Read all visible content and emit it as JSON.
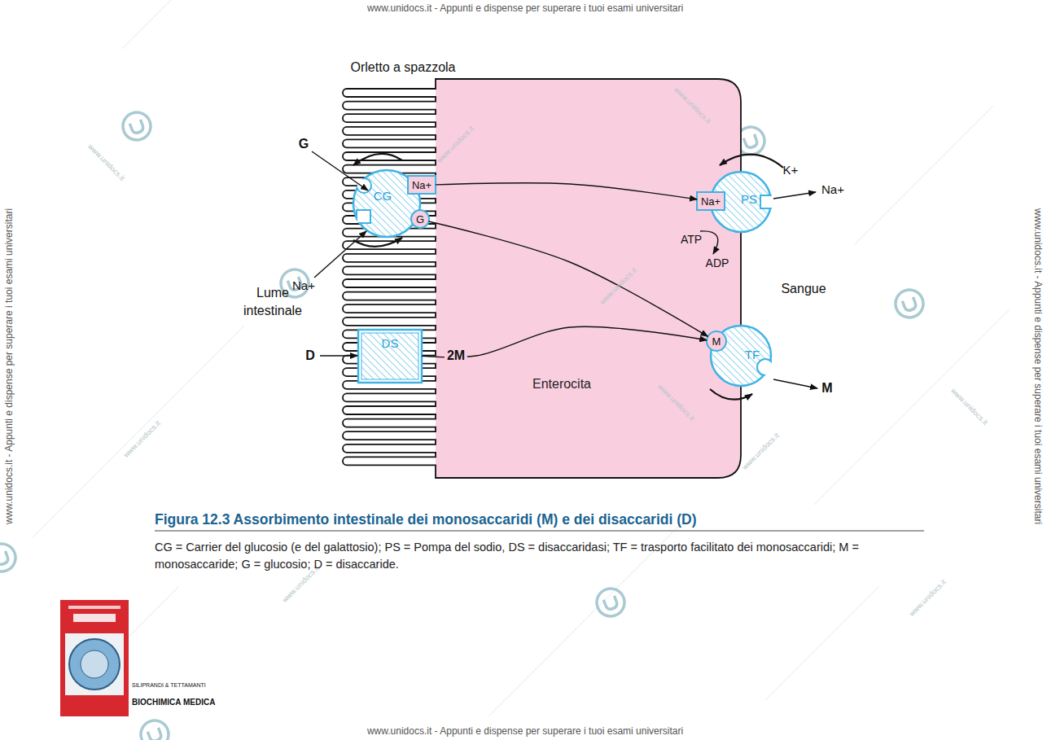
{
  "diagram": {
    "title": "Figura 12.3 Assorbimento intestinale dei monosaccaridi (M) e dei disaccaridi (D)",
    "caption": "CG = Carrier del glucosio (e del galattosio); PS = Pompa del sodio, DS = disaccaridasi; TF = trasporto facilitato dei monosaccaridi; M = monosaccaride; G = glucosio; D = disaccaride.",
    "nodes": [
      {
        "text": [
          "Enterocita"
        ]
      },
      {
        "text": [
          "CG"
        ],
        "in": 0
      },
      {
        "text": [
          "Na+"
        ],
        "in": 1
      },
      {
        "text": [
          "G"
        ],
        "in": 1
      },
      {
        "text": [
          "PS"
        ],
        "in": 0
      },
      {
        "text": [
          "Na+"
        ],
        "in": 4
      },
      {
        "text": [
          "DS"
        ],
        "in": 0
      },
      {
        "text": [
          "TF"
        ],
        "in": 0
      },
      {
        "text": [
          "M"
        ],
        "in": 7
      }
    ],
    "edges": [
      {
        "from": 2,
        "to": 5,
        "arrow": "to"
      },
      {
        "from": 3,
        "to": 8,
        "arrow": "to"
      },
      {
        "from": 6,
        "to": 8,
        "label": "2M",
        "arrow": "to"
      }
    ],
    "labels": [
      "Orletto a spazzola",
      "G",
      "Na+",
      "Lume intestinale",
      "D",
      "K+",
      "Na+",
      "ATP",
      "ADP",
      "Sangue",
      "M",
      "SILIPRANDI & TETTAMANTI",
      "BIOCHIMICA MEDICA",
      "www.unidocs.it - Appunti e dispense per superare i tuoi esami universitari",
      "www.unidocs.it - Appunti e dispense per superare i tuoi esami universitari",
      "www.unidocs.it - Appunti e dispense per superare i tuoi esami universitari",
      "www.unidocs.it - Appunti e dispense per superare i tuoi esami universitari",
      "www.unidocs.it",
      "www.unidocs.it",
      "www.unidocs.it",
      "www.unidocs.it",
      "www.unidocs.it",
      "www.unidocs.it",
      "www.unidocs.it",
      "www.unidocs.it",
      "www.unidocs.it",
      "www.unidocs.it"
    ]
  }
}
